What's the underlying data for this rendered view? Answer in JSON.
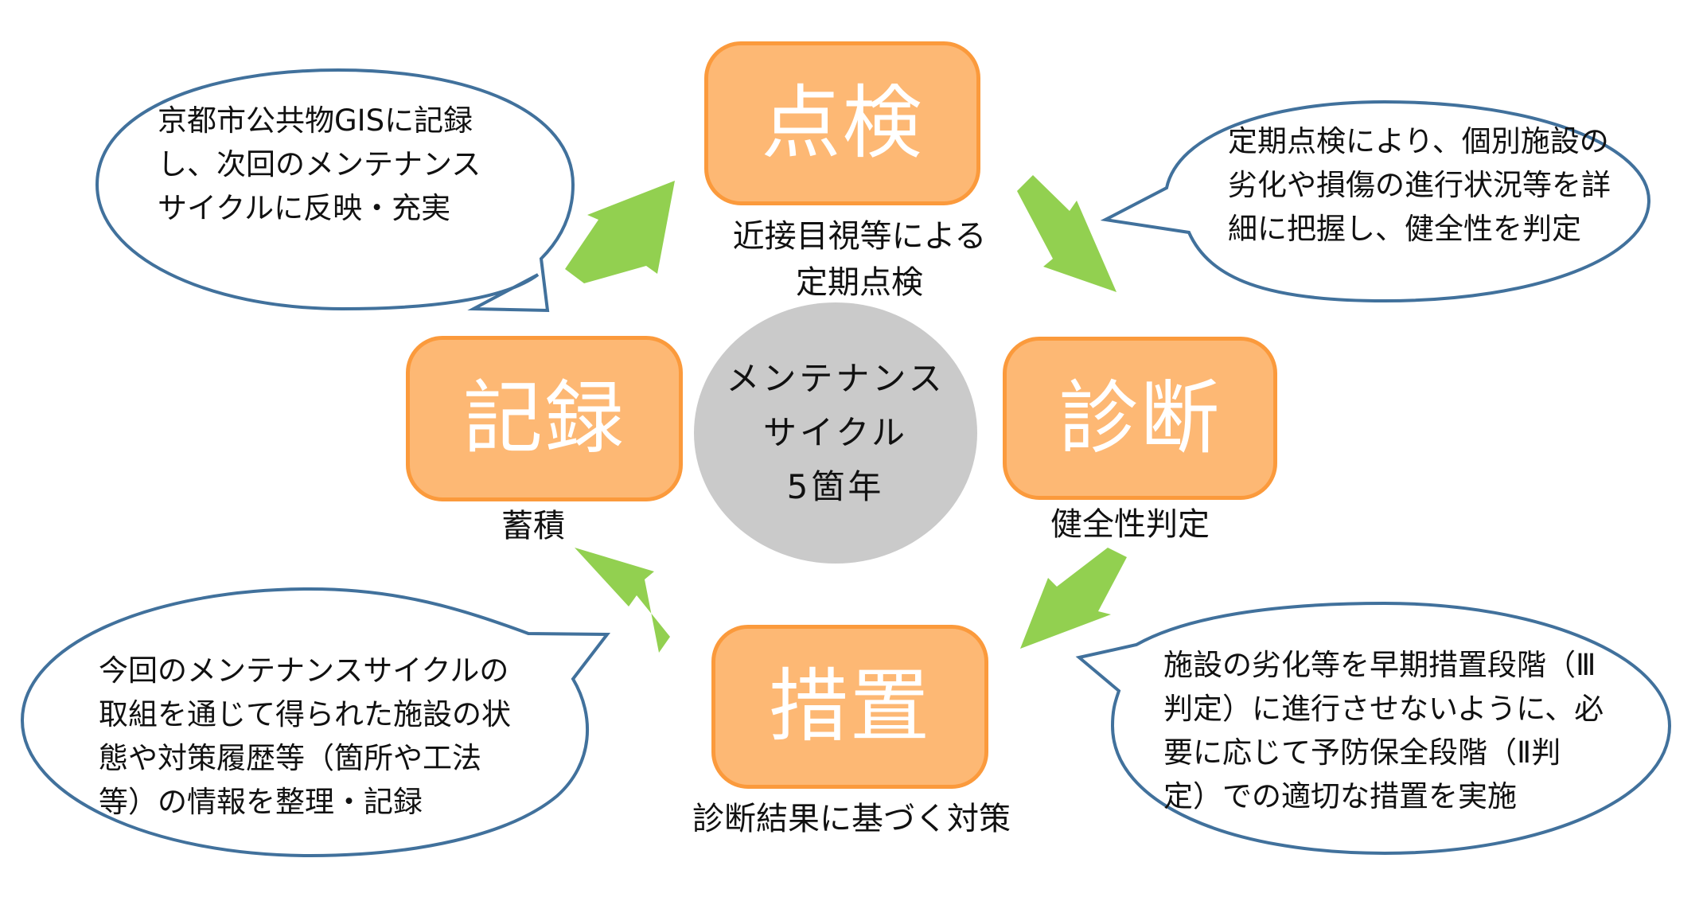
{
  "diagram": {
    "title": "メンテナンスサイクル",
    "center": {
      "lines": [
        "メンテナンス",
        "サイクル",
        "5箇年"
      ]
    },
    "steps": [
      {
        "id": "inspection",
        "label": "点検",
        "caption_lines": [
          "近接目視等による",
          "定期点検"
        ]
      },
      {
        "id": "diagnosis",
        "label": "診断",
        "caption_lines": [
          "健全性判定"
        ]
      },
      {
        "id": "measures",
        "label": "措置",
        "caption_lines": [
          "診断結果に基づく対策"
        ]
      },
      {
        "id": "record",
        "label": "記録",
        "caption_lines": [
          "蓄積"
        ]
      }
    ],
    "bubbles": [
      {
        "id": "record-note",
        "lines": [
          "京都市公共物GISに記録",
          "し、次回のメンテナンス",
          "サイクルに反映・充実"
        ]
      },
      {
        "id": "inspection-note",
        "lines": [
          "定期点検により、個別施設の",
          "劣化や損傷の進行状況等を詳",
          "細に把握し、健全性を判定"
        ]
      },
      {
        "id": "accumulate-note",
        "lines": [
          "今回のメンテナンスサイクルの",
          "取組を通じて得られた施設の状",
          "態や対策履歴等（箇所や工法",
          "等）の情報を整理・記録"
        ]
      },
      {
        "id": "measures-note",
        "lines": [
          "施設の劣化等を早期措置段階（Ⅲ",
          "判定）に進行させないように、必",
          "要に応じて予防保全段階（Ⅱ判",
          "定）での適切な措置を実施"
        ]
      }
    ],
    "arrows": [
      {
        "from": "record",
        "to": "inspection",
        "icon": "arrow-up-right-icon"
      },
      {
        "from": "inspection",
        "to": "diagnosis",
        "icon": "arrow-down-right-icon"
      },
      {
        "from": "diagnosis",
        "to": "measures",
        "icon": "arrow-down-left-icon"
      },
      {
        "from": "measures",
        "to": "record",
        "icon": "arrow-up-left-icon"
      }
    ],
    "colors": {
      "box_fill": "#fdb874",
      "box_border": "#fb9a3c",
      "arrow": "#92d050",
      "bubble_border": "#41719c",
      "center_fill": "#cacaca"
    }
  }
}
